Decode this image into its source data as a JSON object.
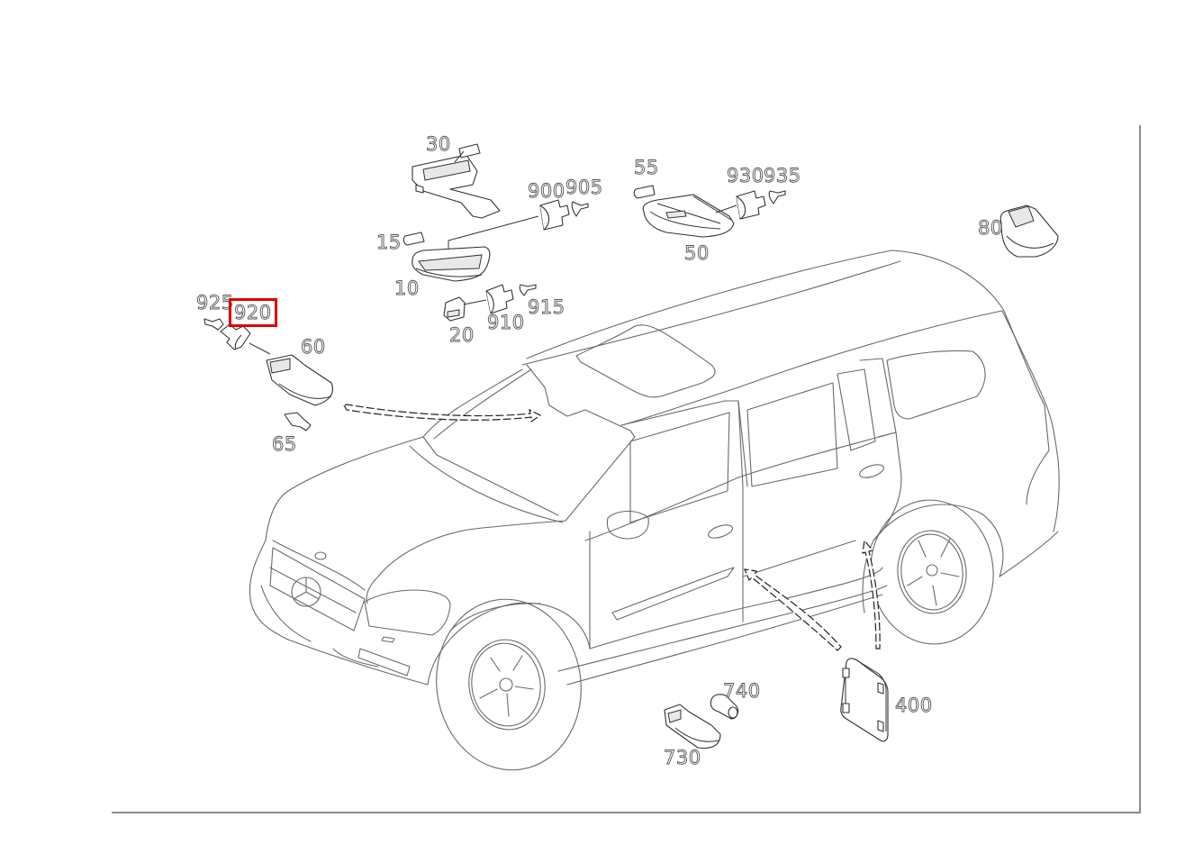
{
  "diagram": {
    "title": "",
    "type": "exploded-parts-diagram",
    "subject": "SUV interior lighting components",
    "highlight_color": "#e00000",
    "line_color": "#6a6a6a",
    "frame_color": "#8c8c8c",
    "callouts": [
      {
        "id": "c30",
        "label": "30"
      },
      {
        "id": "c900",
        "label": "900"
      },
      {
        "id": "c905",
        "label": "905"
      },
      {
        "id": "c15",
        "label": "15"
      },
      {
        "id": "c10",
        "label": "10"
      },
      {
        "id": "c910",
        "label": "910"
      },
      {
        "id": "c915",
        "label": "915"
      },
      {
        "id": "c20",
        "label": "20"
      },
      {
        "id": "c55",
        "label": "55"
      },
      {
        "id": "c930",
        "label": "930"
      },
      {
        "id": "c935",
        "label": "935"
      },
      {
        "id": "c50",
        "label": "50"
      },
      {
        "id": "c80",
        "label": "80"
      },
      {
        "id": "c925",
        "label": "925"
      },
      {
        "id": "c920",
        "label": "920",
        "highlighted": true
      },
      {
        "id": "c60",
        "label": "60"
      },
      {
        "id": "c65",
        "label": "65"
      },
      {
        "id": "c740",
        "label": "740"
      },
      {
        "id": "c730",
        "label": "730"
      },
      {
        "id": "c400",
        "label": "400"
      }
    ],
    "selected_callout": "920"
  }
}
